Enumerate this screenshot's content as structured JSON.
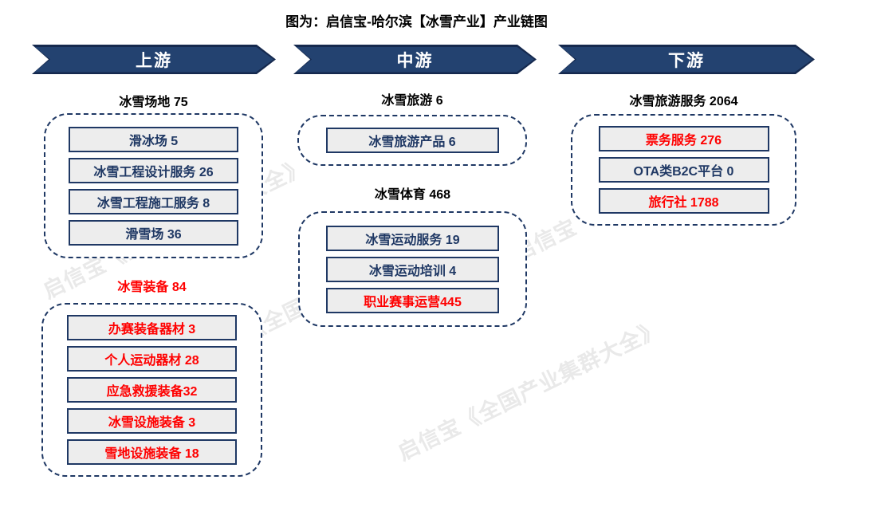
{
  "title": "图为：启信宝-哈尔滨【冰雪产业】产业链图",
  "watermark": {
    "text": "启信宝《全国产业集群大全》"
  },
  "colors": {
    "navy_text": "#1f3864",
    "red_text": "#ff0000",
    "arrow_fill": "#234270",
    "arrow_rim": "#15294e",
    "box_fill": "#ededed",
    "dashed_border": "#1f3864"
  },
  "stages": [
    {
      "label": "上游"
    },
    {
      "label": "中游"
    },
    {
      "label": "下游"
    }
  ],
  "columns": [
    {
      "name": "upstream",
      "groups": [
        {
          "header": "冰雪场地 75",
          "header_color": "black",
          "items": [
            {
              "label": "滑冰场 5",
              "color": "navy"
            },
            {
              "label": "冰雪工程设计服务 26",
              "color": "navy"
            },
            {
              "label": "冰雪工程施工服务 8",
              "color": "navy"
            },
            {
              "label": "滑雪场 36",
              "color": "navy"
            }
          ]
        },
        {
          "header": "冰雪装备 84",
          "header_color": "red",
          "items": [
            {
              "label": "办赛装备器材 3",
              "color": "red"
            },
            {
              "label": "个人运动器材 28",
              "color": "red"
            },
            {
              "label": "应急救援装备32",
              "color": "red"
            },
            {
              "label": "冰雪设施装备 3",
              "color": "red"
            },
            {
              "label": "雪地设施装备 18",
              "color": "red"
            }
          ]
        }
      ]
    },
    {
      "name": "midstream",
      "groups": [
        {
          "header": "冰雪旅游 6",
          "header_color": "black",
          "items": [
            {
              "label": "冰雪旅游产品 6",
              "color": "navy"
            }
          ]
        },
        {
          "header": "冰雪体育 468",
          "header_color": "black",
          "items": [
            {
              "label": "冰雪运动服务 19",
              "color": "navy"
            },
            {
              "label": "冰雪运动培训 4",
              "color": "navy"
            },
            {
              "label": "职业赛事运营445",
              "color": "red"
            }
          ]
        }
      ]
    },
    {
      "name": "downstream",
      "groups": [
        {
          "header": "冰雪旅游服务 2064",
          "header_color": "black",
          "items": [
            {
              "label": "票务服务 276",
              "color": "red"
            },
            {
              "label": "OTA类B2C平台 0",
              "color": "navy"
            },
            {
              "label": "旅行社 1788",
              "color": "red"
            }
          ]
        }
      ]
    }
  ]
}
